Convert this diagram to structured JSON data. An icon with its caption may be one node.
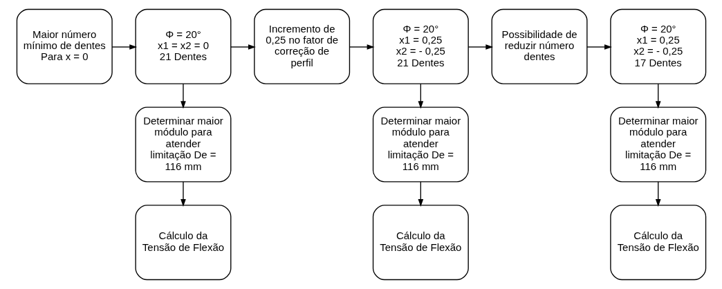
{
  "diagram": {
    "nodes": [
      {
        "text": [
          "Maior número mínimo de dentes",
          "Para x = 0"
        ]
      },
      {
        "text": [
          "Φ = 20°",
          "x1 = x2 = 0",
          "21 Dentes"
        ]
      },
      {
        "text": [
          "Incremento de 0,25 no fator de correção de perfil"
        ]
      },
      {
        "text": [
          "Φ = 20°",
          "x1 = 0,25",
          "x2 = - 0,25",
          "21 Dentes"
        ]
      },
      {
        "text": [
          "Possibilidade de reduzir número dentes"
        ]
      },
      {
        "text": [
          "Φ = 20°",
          "x1 = 0,25",
          "x2 = - 0,25",
          "17 Dentes"
        ]
      },
      {
        "text": [
          "Determinar maior módulo para atender limitação De = 116 mm"
        ]
      },
      {
        "text": [
          "Cálculo da Tensão de Flexão"
        ]
      },
      {
        "text": [
          "Determinar maior módulo para atender limitação De = 116 mm"
        ]
      },
      {
        "text": [
          "Cálculo da Tensão de Flexão"
        ]
      },
      {
        "text": [
          "Determinar maior módulo para atender limitação De = 116 mm"
        ]
      },
      {
        "text": [
          "Cálculo da Tensão de Flexão"
        ]
      }
    ],
    "edges": [
      {
        "from": 0,
        "to": 1,
        "arrow": "to"
      },
      {
        "from": 1,
        "to": 2,
        "arrow": "to"
      },
      {
        "from": 2,
        "to": 3,
        "arrow": "to"
      },
      {
        "from": 3,
        "to": 4,
        "arrow": "to"
      },
      {
        "from": 4,
        "to": 5,
        "arrow": "to"
      },
      {
        "from": 1,
        "to": 6,
        "arrow": "to"
      },
      {
        "from": 6,
        "to": 7,
        "arrow": "to"
      },
      {
        "from": 3,
        "to": 8,
        "arrow": "to"
      },
      {
        "from": 8,
        "to": 9,
        "arrow": "to"
      },
      {
        "from": 5,
        "to": 10,
        "arrow": "to"
      },
      {
        "from": 10,
        "to": 11,
        "arrow": "to"
      }
    ]
  }
}
